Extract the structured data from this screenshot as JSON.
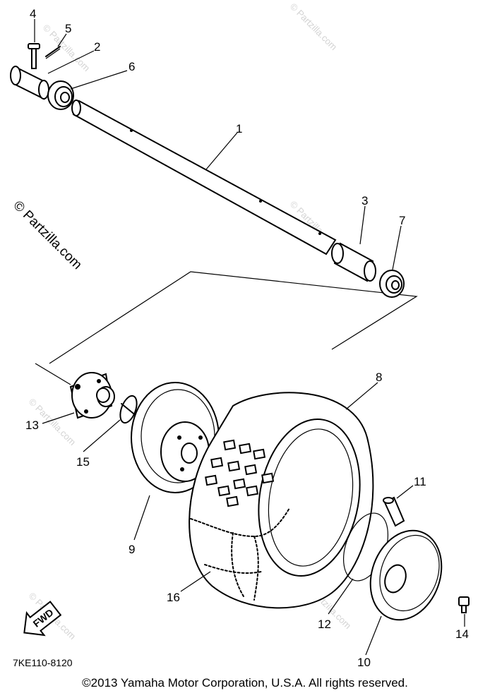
{
  "callouts": {
    "n1": "1",
    "n2": "2",
    "n3": "3",
    "n4": "4",
    "n5": "5",
    "n6": "6",
    "n7": "7",
    "n8": "8",
    "n9": "9",
    "n10": "10",
    "n11": "11",
    "n12": "12",
    "n13": "13",
    "n14": "14",
    "n15": "15",
    "n16": "16"
  },
  "watermark": {
    "large": "© Partzilla.com",
    "small": "© Partzilla.com"
  },
  "fwd_label": "FWD",
  "diagram_code": "7KE110-8120",
  "copyright": "©2013 Yamaha Motor Corporation, U.S.A. All rights reserved."
}
